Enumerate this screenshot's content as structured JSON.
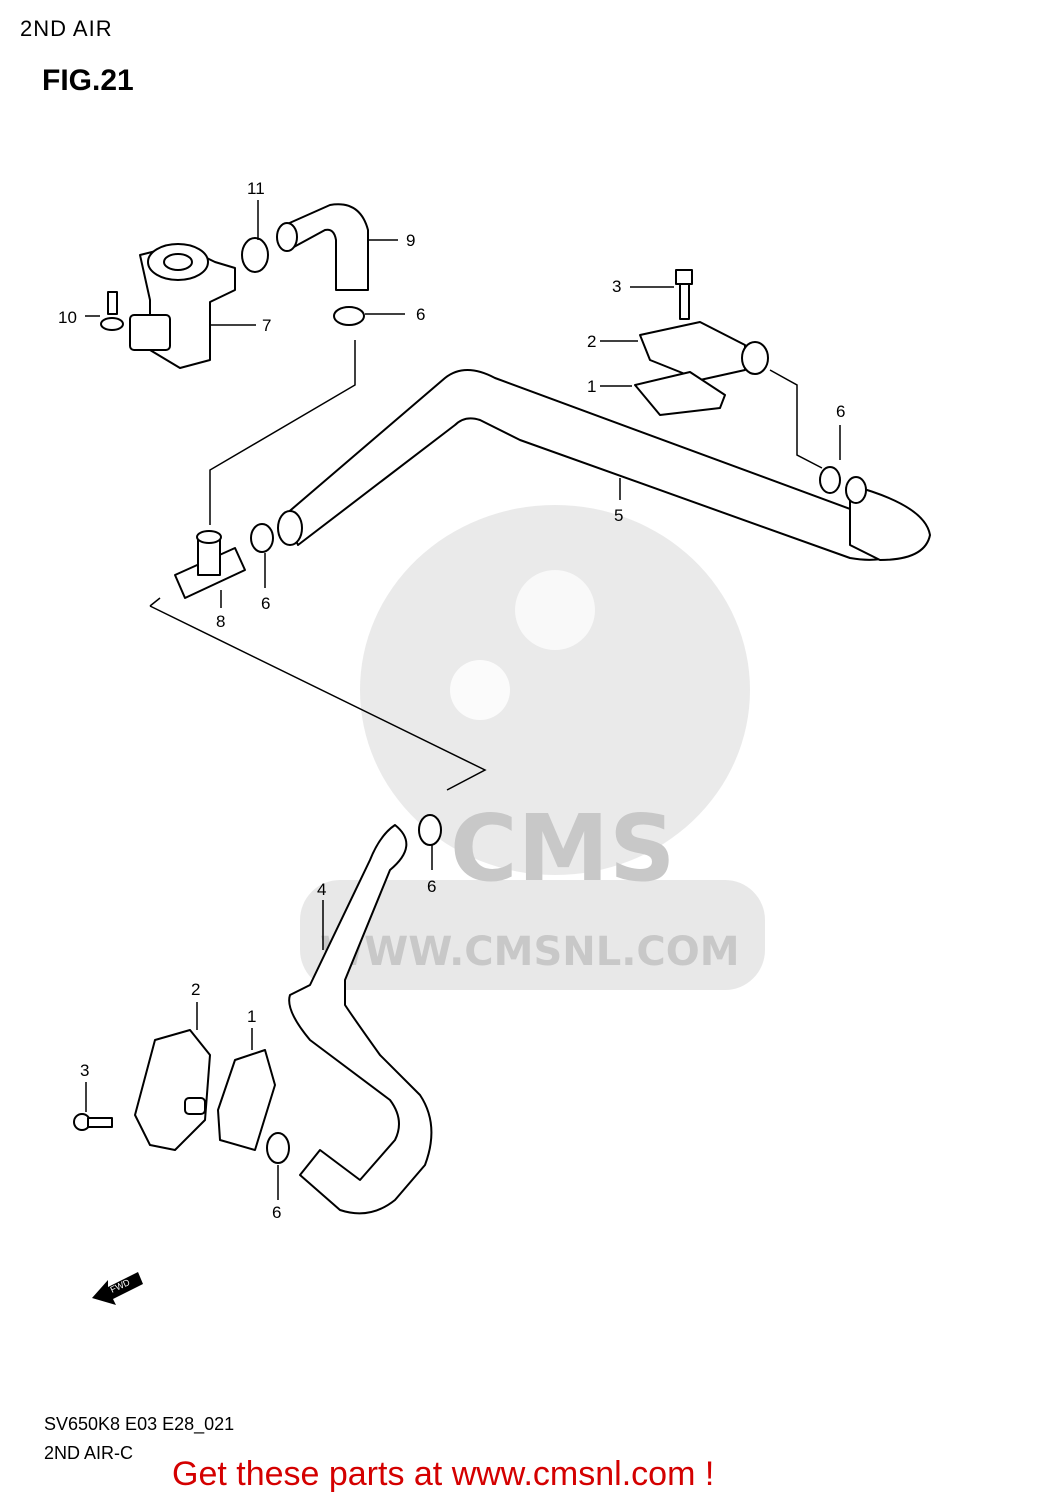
{
  "header": {
    "section": "2ND AIR",
    "figure": "FIG.21"
  },
  "diagram": {
    "callouts": {
      "part_11": "11",
      "part_9": "9",
      "part_10": "10",
      "part_7": "7",
      "part_6_top": "6",
      "part_3_top": "3",
      "part_2_top": "2",
      "part_1_top": "1",
      "part_6_right": "6",
      "part_5": "5",
      "part_6_mid": "6",
      "part_8": "8",
      "part_6_lower": "6",
      "part_4": "4",
      "part_2_bottom": "2",
      "part_1_bottom": "1",
      "part_3_bottom": "3",
      "part_6_bottom": "6"
    },
    "fwd_arrow_label": "FWD",
    "watermark": {
      "brand": "CMS",
      "url": "WWW.CMSNL.COM"
    }
  },
  "footer": {
    "model_code": "SV650K8 E03 E28_021",
    "diagram_code": "2ND AIR-C",
    "promo_text": "Get these parts at www.cmsnl.com !"
  },
  "colors": {
    "promo_text": "#d40000",
    "watermark": "#d9d9d9"
  }
}
